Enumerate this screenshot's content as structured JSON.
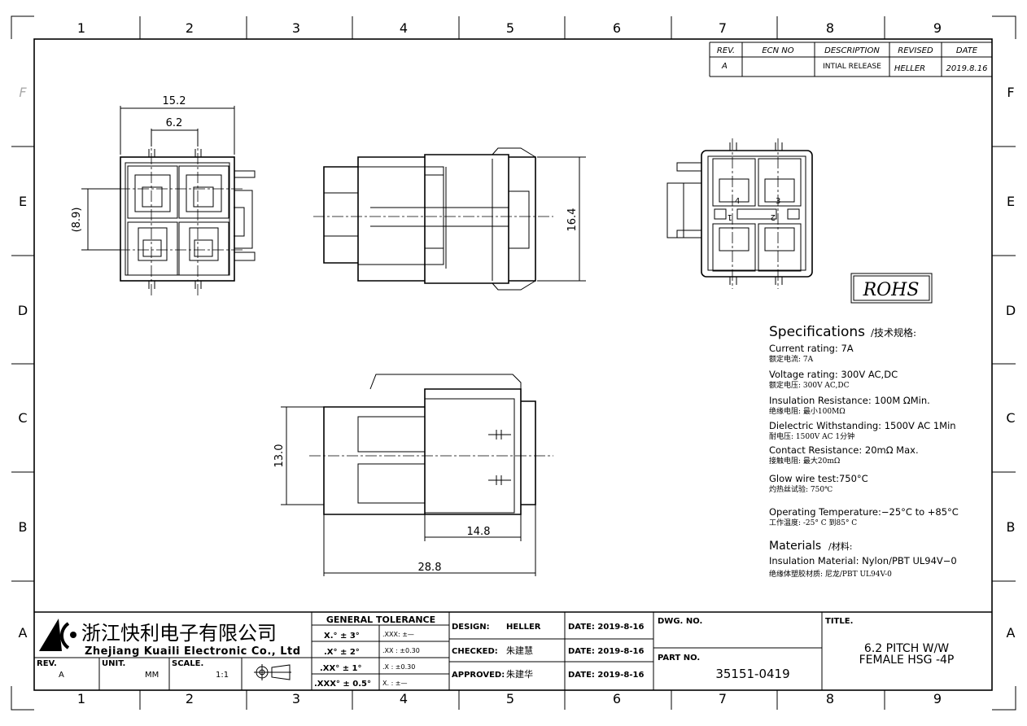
{
  "grid": {
    "columns": [
      "1",
      "2",
      "3",
      "4",
      "5",
      "6",
      "7",
      "8",
      "9"
    ],
    "rows": [
      "F",
      "E",
      "D",
      "C",
      "B",
      "A"
    ]
  },
  "revision_table": {
    "headers": [
      "REV.",
      "ECN NO",
      "DESCRIPTION",
      "REVISED",
      "DATE"
    ],
    "rows": [
      [
        "A",
        "",
        "INTIAL RELEASE",
        "HELLER",
        "2019.8.16"
      ]
    ]
  },
  "dimensions": {
    "width_overall": "15.2",
    "pitch": "6.2",
    "row_pitch": "(8.9)",
    "height": "16.4",
    "height_side": "13.0",
    "latch_length": "14.8",
    "length_overall": "28.8"
  },
  "pin_numbers": [
    "4",
    "3",
    "1",
    "2"
  ],
  "rohs": "ROHS",
  "specifications": {
    "title": "Specifications",
    "title_cn": "/技术规格:",
    "items": [
      {
        "en": "Current rating: 7A",
        "cn": "额定电流: 7A"
      },
      {
        "en": "Voltage rating: 300V AC,DC",
        "cn": "额定电压: 300V AC,DC"
      },
      {
        "en": "Insulation Resistance: 100M ΩMin.",
        "cn": "绝缘电阻: 最小100MΩ"
      },
      {
        "en": "Dielectric Withstanding:  1500V AC   1Min",
        "cn": "耐电压: 1500V AC 1分钟"
      },
      {
        "en": "Contact Resistance:  20mΩ Max.",
        "cn": "接触电阻: 最大20mΩ"
      },
      {
        "en": "Glow wire test:750°C",
        "cn": "灼热丝试验: 750℃"
      },
      {
        "en": "Operating Temperature:−25°C to +85°C",
        "cn": "工作温度: -25° C 到85° C"
      }
    ],
    "materials_title": "Materials",
    "materials_title_cn": "/材料:",
    "materials": [
      {
        "en": "Insulation Material: Nylon/PBT UL94V−0",
        "cn": "绝缘体塑胶材质: 尼龙/PBT UL94V-0"
      }
    ]
  },
  "title_block": {
    "company_cn": "浙江快利电子有限公司",
    "company_en": "Zhejiang Kuaili Electronic Co., Ltd",
    "rev_label": "REV.",
    "rev": "A",
    "unit_label": "UNIT.",
    "unit": "MM",
    "scale_label": "SCALE.",
    "scale": "1:1",
    "tolerance_title": "GENERAL TOLERANCE",
    "angular": [
      "X.° ± 3°",
      ".X° ± 2°",
      ".XX° ± 1°",
      ".XXX° ± 0.5°"
    ],
    "linear": [
      ".XXX:  ±—",
      ".XX :  ±0.30",
      ".X  :  ±0.30",
      "X.  :  ±—"
    ],
    "design_label": "DESIGN:",
    "design": "HELLER",
    "checked_label": "CHECKED:",
    "checked": "朱建慧",
    "approved_label": "APPROVED:",
    "approved": "朱建华",
    "dates": [
      "DATE: 2019-8-16",
      "DATE: 2019-8-16",
      "DATE: 2019-8-16"
    ],
    "dwg_no_label": "DWG. NO.",
    "part_no_label": "PART NO.",
    "part_no": "35151-0419",
    "title_label": "TITLE.",
    "title_lines": [
      "6.2 PITCH W/W",
      "FEMALE HSG -4P"
    ]
  }
}
